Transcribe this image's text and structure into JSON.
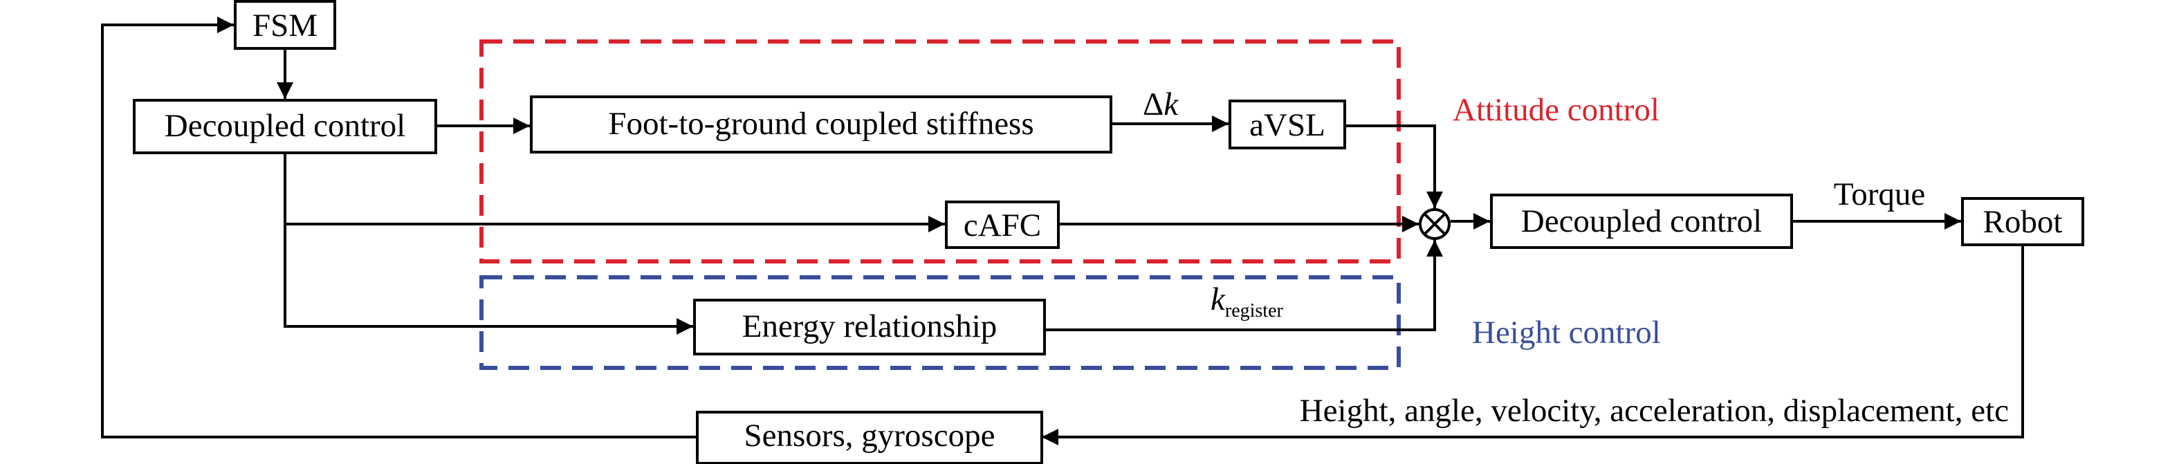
{
  "colors": {
    "attitude": "#d9232d",
    "height": "#3a4e9c",
    "line": "#000000"
  },
  "blocks": {
    "fsm": "FSM",
    "decoupled_control_left": "Decoupled control",
    "foot_to_ground": "Foot-to-ground coupled stiffness",
    "avsl": "aVSL",
    "cafc": "cAFC",
    "energy_relationship": "Energy relationship",
    "decoupled_control_right": "Decoupled control",
    "robot": "Robot",
    "sensors": "Sensors, gyroscope"
  },
  "groups": {
    "attitude_control": "Attitude control",
    "height_control": "Height control"
  },
  "signals": {
    "delta_symbol": "Δ",
    "delta_var": "k",
    "k_register_base": "k",
    "k_register_sub": "register",
    "torque": "Torque",
    "feedback": "Height, angle, velocity, acceleration, displacement, etc"
  },
  "icons": {
    "summing_junction": "summing-junction-icon"
  }
}
